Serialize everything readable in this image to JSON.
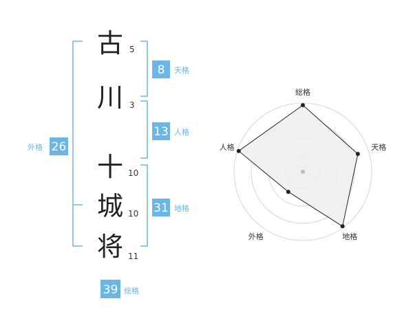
{
  "name": {
    "characters": [
      {
        "char": "古",
        "strokes": "5"
      },
      {
        "char": "川",
        "strokes": "3"
      },
      {
        "char": "十",
        "strokes": "10"
      },
      {
        "char": "城",
        "strokes": "10"
      },
      {
        "char": "将",
        "strokes": "11"
      }
    ]
  },
  "fortunes": {
    "tenkaku": {
      "value": "8",
      "label": "天格"
    },
    "jinkaku": {
      "value": "13",
      "label": "人格"
    },
    "chikaku": {
      "value": "31",
      "label": "地格"
    },
    "gaikaku": {
      "value": "26",
      "label": "外格"
    },
    "soukaku": {
      "value": "39",
      "label": "総格"
    }
  },
  "chart_data": {
    "type": "radar",
    "axes": [
      "総格",
      "天格",
      "地格",
      "外格",
      "人格"
    ],
    "values": [
      0.97,
      0.84,
      0.98,
      0.36,
      0.98
    ],
    "max": 1,
    "rings": 4
  },
  "colors": {
    "accent": "#6ab6e6",
    "bracket": "#6ab6e6",
    "polygon_fill": "#eeeeee",
    "polygon_stroke": "#222222",
    "ring": "#cccccc"
  }
}
